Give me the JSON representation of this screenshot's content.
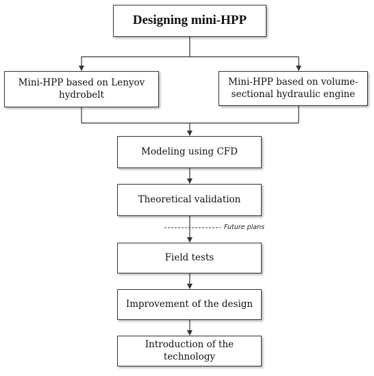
{
  "diagram": {
    "title": "Designing mini-HPP",
    "branch_left": "Mini-HPP based on Lenyov hydrobelt",
    "branch_right": "Mini-HPP based on volume-sectional hydraulic engine",
    "steps": [
      "Modeling using CFD",
      "Theoretical validation",
      "Field tests",
      "Improvement of the design",
      "Introduction of the technology"
    ],
    "future_note": "Future plans"
  },
  "colors": {
    "border": "#333333",
    "line": "#333333",
    "text": "#111111"
  }
}
